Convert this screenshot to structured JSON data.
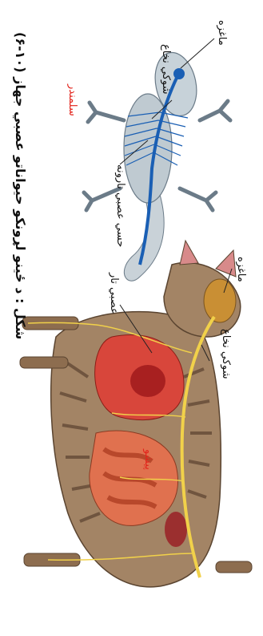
{
  "caption": "(۶-۱۰) شکل : د ځینو لړونکو حیواناتو عصبي جهاز",
  "salamander": {
    "name": "سلمندر",
    "labels": {
      "brain": "ماغزه",
      "spinal_cord": "شوکي نخاع",
      "sensory_nerve": "حسي عصبي تارونه"
    }
  },
  "cat": {
    "name": "پیشو",
    "labels": {
      "brain": "ماغزه",
      "spinal_cord": "شوکي نخاع",
      "nerve": "عصبي تار"
    }
  },
  "colors": {
    "species_name": "#e2231a",
    "nerve": "#f1d14a",
    "salamander_body": "#b8c4cc",
    "salamander_nerve": "#1a5fb4",
    "cat_fur": "#9b7a5a",
    "organs": "#d8463b"
  }
}
